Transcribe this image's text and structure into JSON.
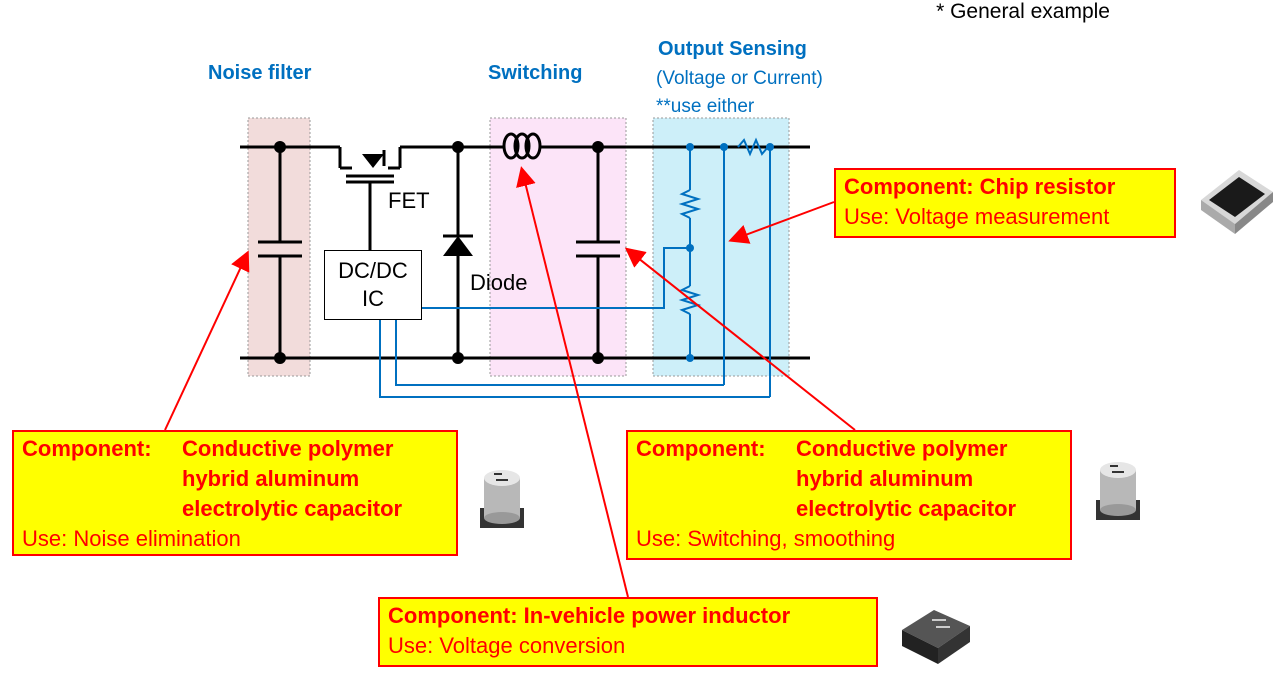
{
  "note": "* General example",
  "regions": {
    "noise_filter": "Noise filter",
    "switching": "Switching",
    "output_sensing": "Output Sensing",
    "output_sensing_sub1": "(Voltage or Current)",
    "output_sensing_sub2": "**use either"
  },
  "circuit": {
    "fet": "FET",
    "diode": "Diode",
    "ic_line1": "DC/DC",
    "ic_line2": "IC"
  },
  "callouts": {
    "noise": {
      "key": "Component:",
      "name_lines": [
        "Conductive polymer",
        "hybrid aluminum",
        "electrolytic capacitor"
      ],
      "use": "Use: Noise elimination"
    },
    "switching": {
      "key": "Component:",
      "name_lines": [
        "Conductive polymer",
        "hybrid aluminum",
        "electrolytic capacitor"
      ],
      "use": "Use: Switching, smoothing"
    },
    "inductor": {
      "key": "Component:",
      "name": "In-vehicle power inductor",
      "use": "Use: Voltage conversion"
    },
    "resistor": {
      "key": "Component:",
      "name": "Chip resistor",
      "use": "Use: Voltage measurement"
    }
  },
  "colors": {
    "accent_blue": "#0070C0",
    "callout_fill": "#FFFF00",
    "callout_border": "#FF0000",
    "noise_region": "#F2DCDB",
    "switching_region": "#FCE4F8",
    "sensing_region": "#CDEFF9"
  }
}
